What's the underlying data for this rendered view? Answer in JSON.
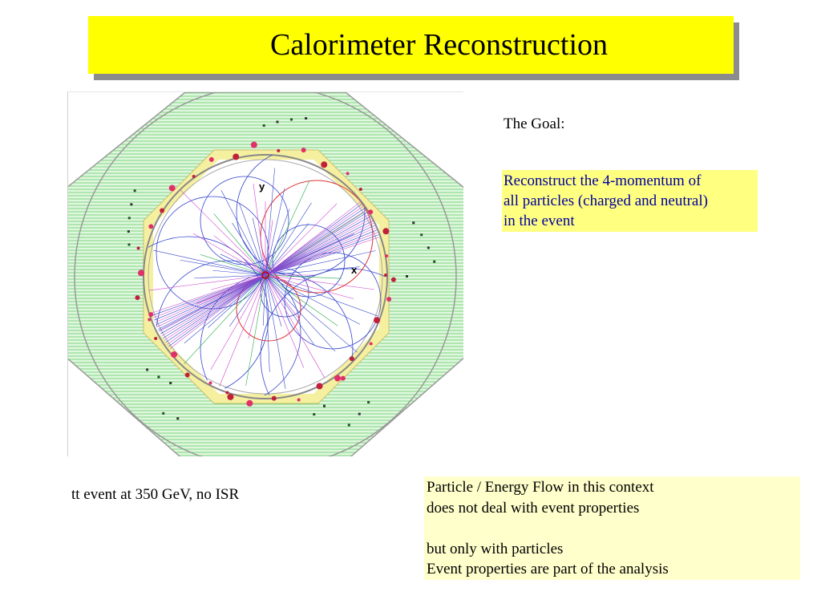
{
  "slide": {
    "title": "Calorimeter Reconstruction",
    "goal_label": "The Goal:",
    "goal_lines": [
      "Reconstruct the 4-momentum of",
      "all particles (charged and neutral)",
      "in the event"
    ],
    "figure": {
      "axis_y_label": "y",
      "axis_x_label": "x"
    },
    "caption": "tt event at 350 GeV, no ISR",
    "note_lines": [
      "Particle / Energy Flow in this context",
      "does not deal with event properties",
      "",
      "but only with particles",
      "Event properties are part of the analysis"
    ]
  },
  "colors": {
    "title_bg": "#ffff00",
    "title_shadow": "#8c8c8c",
    "goal_bg": "#ffff80",
    "goal_text": "#0000a0",
    "note_bg": "#ffffcc",
    "hcal_green": "#8fe08f",
    "ecal_yellow": "#f5f0a0",
    "track_blue": "#2233cc"
  }
}
